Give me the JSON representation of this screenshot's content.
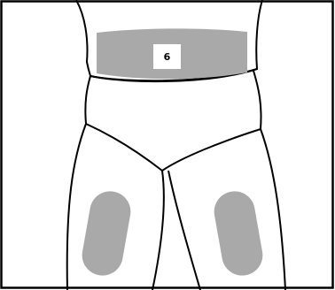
{
  "diagram": {
    "region_label": "6",
    "colors": {
      "background": "#ffffff",
      "outline": "#000000",
      "region_fill": "#a9a9a9",
      "label_box": "#ffffff",
      "label_text": "#000000"
    },
    "regions": [
      {
        "name": "abdomen",
        "shape": "band"
      },
      {
        "name": "left-thigh",
        "shape": "pill"
      },
      {
        "name": "right-thigh",
        "shape": "pill"
      }
    ]
  }
}
